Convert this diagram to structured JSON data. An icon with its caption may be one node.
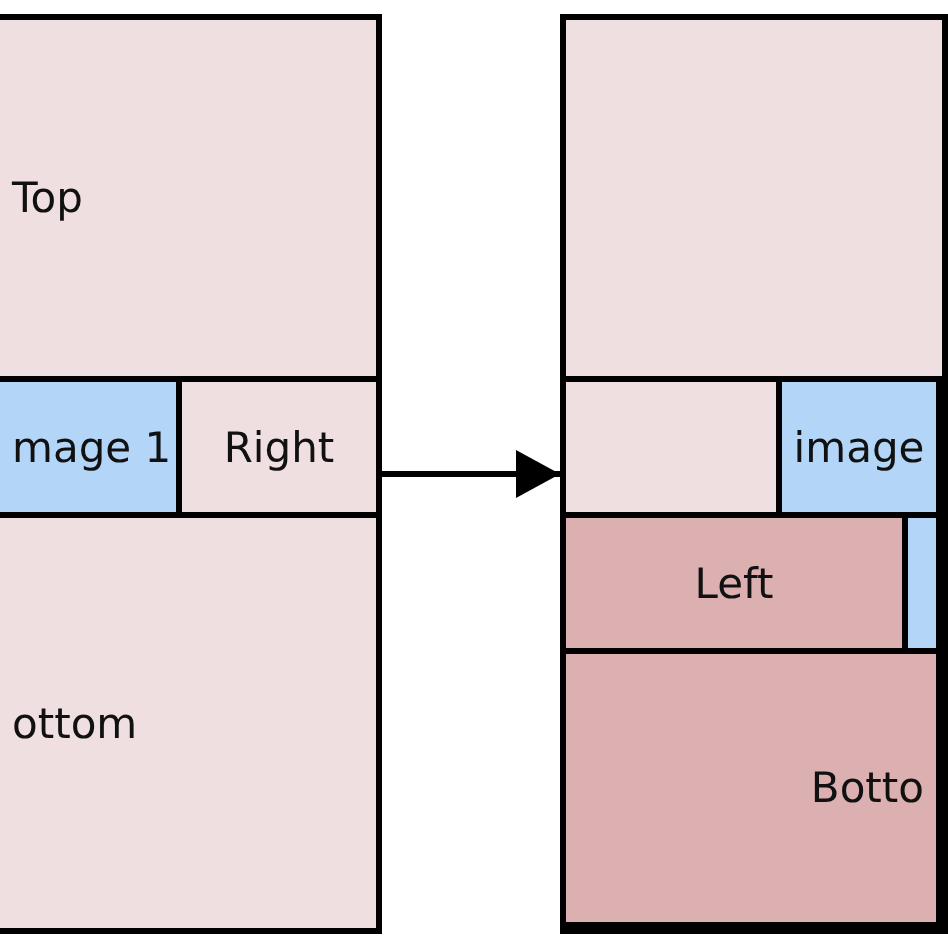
{
  "diagram": {
    "nodes": [
      {
        "text": [],
        "shape": "box"
      },
      {
        "text": [
          "Top"
        ],
        "in": 0
      },
      {
        "text": [
          "mage 1"
        ],
        "in": 0
      },
      {
        "text": [
          "Right"
        ],
        "in": 0
      },
      {
        "text": [
          "ottom"
        ],
        "in": 0
      },
      {
        "text": [],
        "shape": "box"
      },
      {
        "text": [],
        "shape": "box",
        "in": 5
      },
      {
        "text": [
          "image"
        ],
        "in": 5
      },
      {
        "text": [
          "Left"
        ],
        "in": 5
      },
      {
        "text": [],
        "shape": "box",
        "in": 5
      },
      {
        "text": [
          "Botto"
        ],
        "in": 5
      }
    ],
    "edges": [
      {
        "from": 0,
        "to": 5,
        "arrow": "to"
      }
    ]
  }
}
